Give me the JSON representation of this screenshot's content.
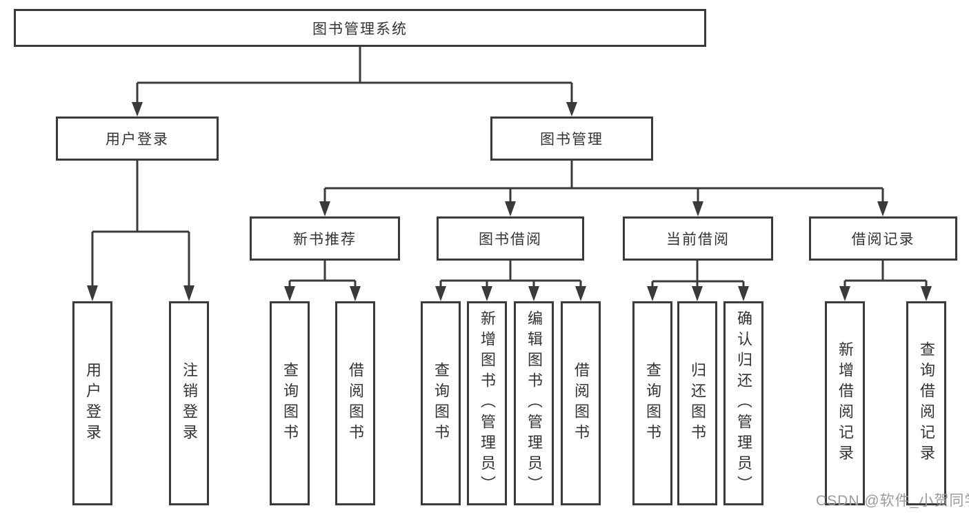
{
  "diagram_type": "hierarchy-tree",
  "tree": {
    "label": "图书管理系统",
    "children": [
      {
        "label": "用户登录",
        "children": [
          {
            "label": "用户登录"
          },
          {
            "label": "注销登录"
          }
        ]
      },
      {
        "label": "图书管理",
        "children": [
          {
            "label": "新书推荐",
            "children": [
              {
                "label": "查询图书"
              },
              {
                "label": "借阅图书"
              }
            ]
          },
          {
            "label": "图书借阅",
            "children": [
              {
                "label": "查询图书"
              },
              {
                "label": "新增图书（管理员）"
              },
              {
                "label": "编辑图书（管理员）"
              },
              {
                "label": "借阅图书"
              }
            ]
          },
          {
            "label": "当前借阅",
            "children": [
              {
                "label": "查询图书"
              },
              {
                "label": "归还图书"
              },
              {
                "label": "确认归还（管理员）"
              }
            ]
          },
          {
            "label": "借阅记录",
            "children": [
              {
                "label": "新增借阅记录"
              },
              {
                "label": "查询借阅记录"
              }
            ]
          }
        ]
      }
    ]
  },
  "watermark": {
    "text": "CSDN @软件_小贺同学"
  },
  "colors": {
    "line": "#3a3a3a",
    "text": "#333333",
    "box_background": "#ffffff",
    "page_background": "#ffffff",
    "watermark": "#9b9b9b"
  }
}
